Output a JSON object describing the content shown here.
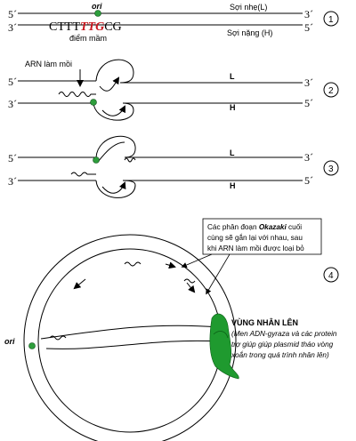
{
  "colors": {
    "origin_dot": "#2e9e3c",
    "origin_seq": "#c8161e",
    "replication_zone": "#1f9a2f"
  },
  "strand_ends": {
    "five": "5´",
    "three": "3´"
  },
  "step1": {
    "number": "1",
    "ori": "ori",
    "seq_prefix": "CTTT",
    "seq_highlight": "TTG",
    "seq_suffix": "CG",
    "origin_label": "điểm mầm",
    "light_strand": "Sợi nhẹ(L)",
    "heavy_strand": "Sợi nặng (H)"
  },
  "step2": {
    "number": "2",
    "primer_label": "ARN làm mồi",
    "light": "L",
    "heavy": "H"
  },
  "step3": {
    "number": "3",
    "light": "L",
    "heavy": "H"
  },
  "step4": {
    "number": "4",
    "ori": "ori",
    "callout_lines": [
      {
        "pre": "Các phân đoạn ",
        "bold": "Okazaki",
        "post": " cuối"
      },
      {
        "pre": "cùng sẽ gắn lại với nhau, sau",
        "bold": "",
        "post": ""
      },
      {
        "pre": "khi ARN làm mồi được loại bỏ",
        "bold": "",
        "post": ""
      }
    ],
    "zone_title": "VÙNG NHÂN LÊN",
    "zone_desc_lines": [
      "(Men ADN-gyraza và các protein",
      "trợ giúp giúp plasmid tháo vòng",
      "xoắn trong quá trình nhân lên)"
    ]
  }
}
